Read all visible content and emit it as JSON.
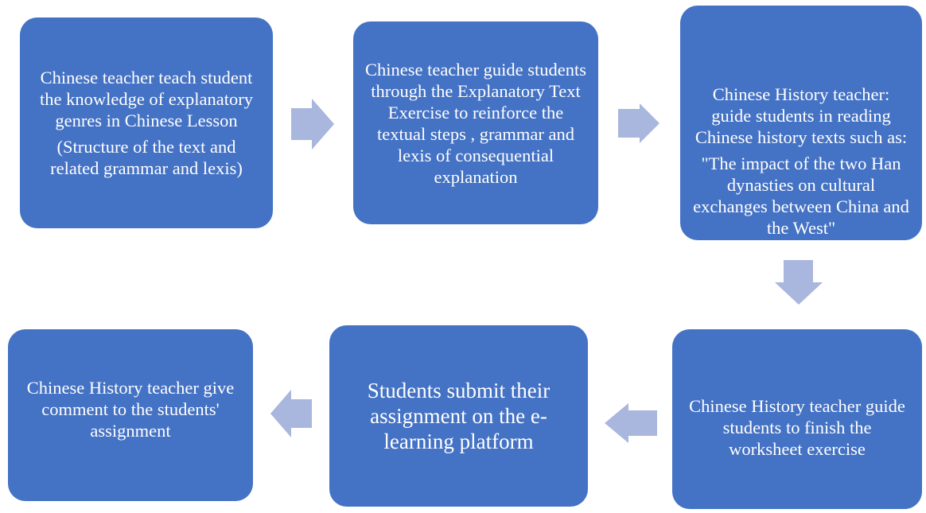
{
  "colors": {
    "box": "#4472C4",
    "arrow": "#A9B6DD",
    "text": "#FFFFFF"
  },
  "steps": [
    {
      "lines": [
        "Chinese teacher teach student the knowledge of explanatory genres in Chinese Lesson",
        "(Structure of the text and related grammar and lexis)"
      ]
    },
    {
      "lines": [
        "Chinese teacher guide students through the Explanatory Text Exercise to reinforce the textual steps , grammar and lexis of consequential explanation"
      ]
    },
    {
      "lines": [
        "Chinese History teacher: guide students in reading Chinese history texts such as:",
        "\"The impact of the two Han dynasties on cultural exchanges between China and the West\""
      ]
    },
    {
      "lines": [
        "Chinese History teacher guide students to finish the worksheet exercise"
      ]
    },
    {
      "lines": [
        "Students submit their assignment on the e-learning platform"
      ]
    },
    {
      "lines": [
        "Chinese History teacher give comment  to the students' assignment"
      ]
    }
  ]
}
